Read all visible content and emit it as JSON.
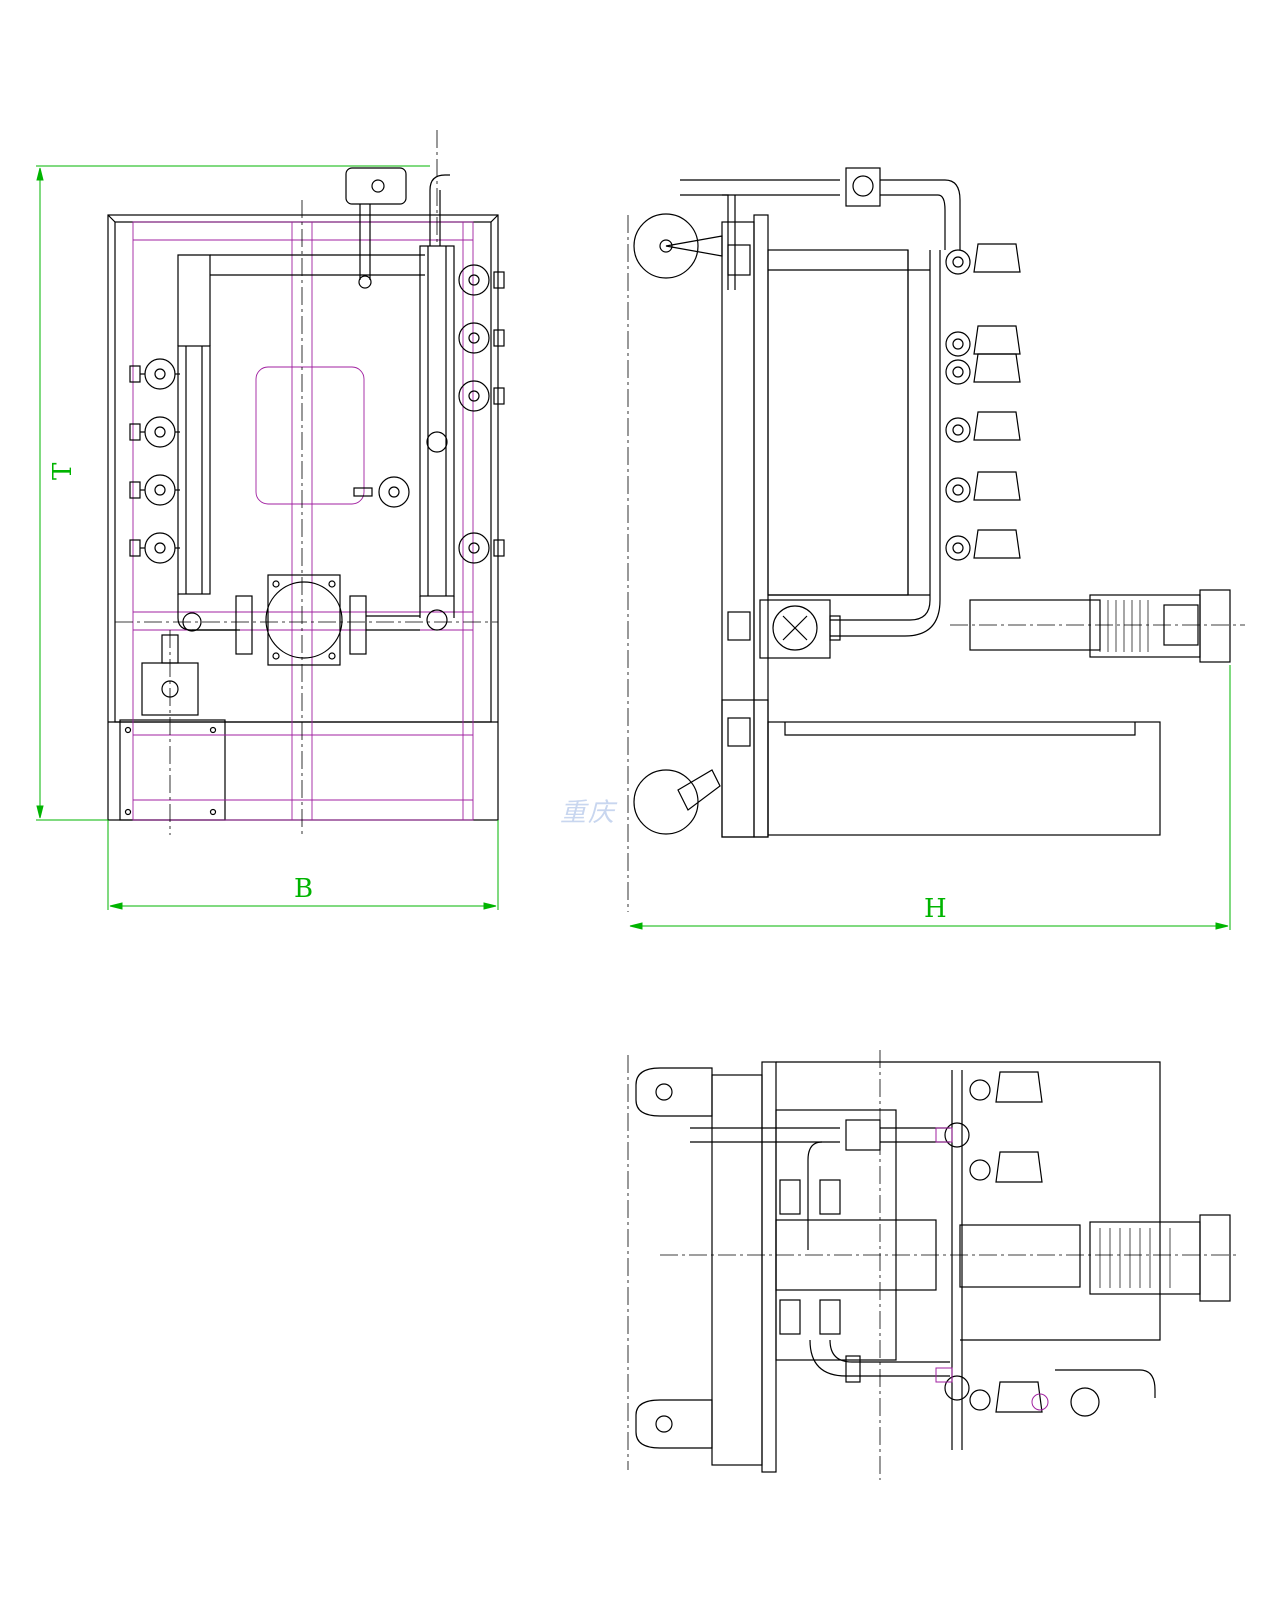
{
  "labels": {
    "dim_T": "T",
    "dim_B": "B",
    "dim_H": "H",
    "watermark": "重庆"
  },
  "colors": {
    "line": "#000000",
    "magenta": "#a020a0",
    "dimension": "#00b400",
    "watermark": "#c8d6ef"
  }
}
